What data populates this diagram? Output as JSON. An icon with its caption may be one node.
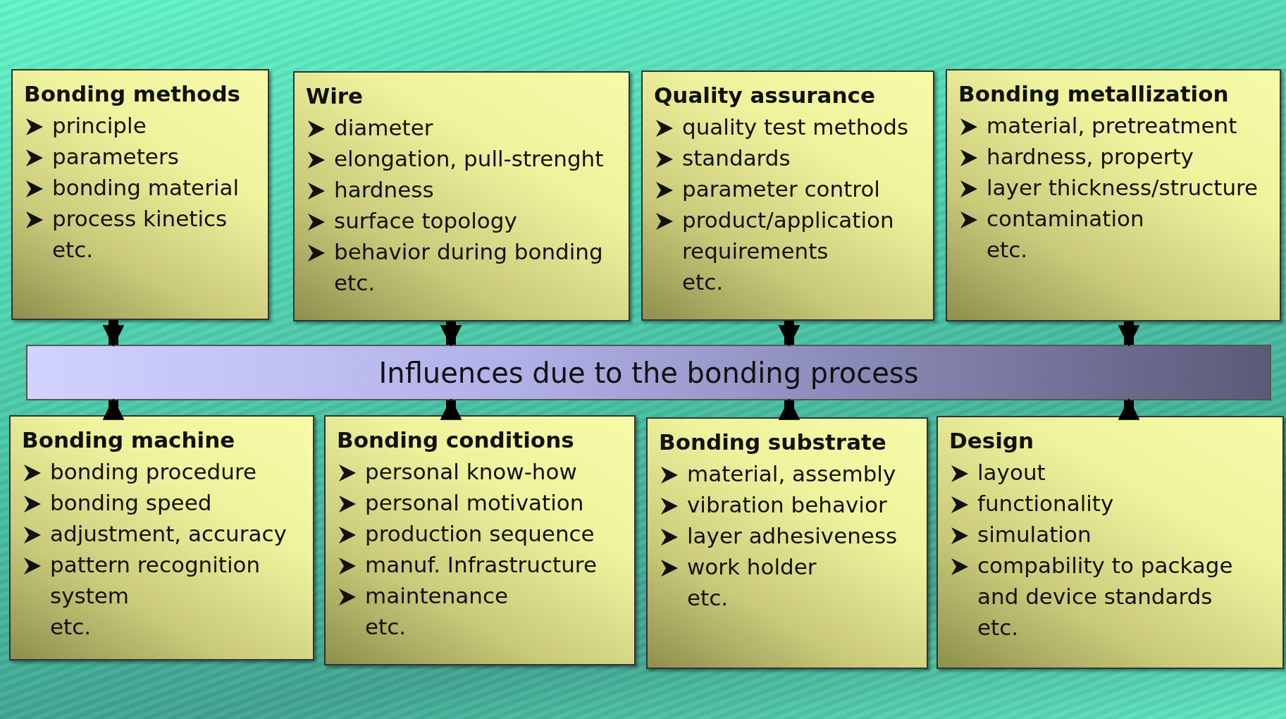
{
  "diagram": {
    "nodes": [
      {
        "text": [
          "Bonding methods",
          "principle",
          "parameters",
          "bonding material",
          "process kinetics",
          "etc."
        ]
      },
      {
        "text": [
          "Wire",
          "diameter",
          "elongation, pull-strenght",
          "hardness",
          "surface topology",
          "behavior during bonding",
          "etc."
        ]
      },
      {
        "text": [
          "Quality assurance",
          "quality test methods",
          "standards",
          "parameter control",
          "product/application requirements",
          "etc."
        ]
      },
      {
        "text": [
          "Bonding metallization",
          "material, pretreatment",
          "hardness, property",
          "layer thickness/structure",
          "contamination",
          "etc."
        ]
      },
      {
        "text": [
          "Influences due to the bonding process"
        ]
      },
      {
        "text": [
          "Bonding machine",
          "bonding procedure",
          "bonding speed",
          "adjustment, accuracy",
          "pattern recognition system",
          "etc."
        ]
      },
      {
        "text": [
          "Bonding conditions",
          "personal know-how",
          "personal motivation",
          "production sequence",
          "manuf. Infrastructure",
          "maintenance",
          "etc."
        ]
      },
      {
        "text": [
          "Bonding substrate",
          "material, assembly",
          "vibration behavior",
          "layer adhesiveness",
          "work holder",
          "etc."
        ]
      },
      {
        "text": [
          "Design",
          "layout",
          "functionality",
          "simulation",
          "compability to package and device standards",
          "etc."
        ]
      }
    ],
    "edges": [
      {
        "from": 0,
        "to": 4,
        "arrow": "to"
      },
      {
        "from": 1,
        "to": 4,
        "arrow": "to"
      },
      {
        "from": 2,
        "to": 4,
        "arrow": "to"
      },
      {
        "from": 3,
        "to": 4,
        "arrow": "to"
      },
      {
        "from": 5,
        "to": 4,
        "arrow": "to"
      },
      {
        "from": 6,
        "to": 4,
        "arrow": "to"
      },
      {
        "from": 7,
        "to": 4,
        "arrow": "to"
      },
      {
        "from": 8,
        "to": 4,
        "arrow": "to"
      }
    ]
  }
}
